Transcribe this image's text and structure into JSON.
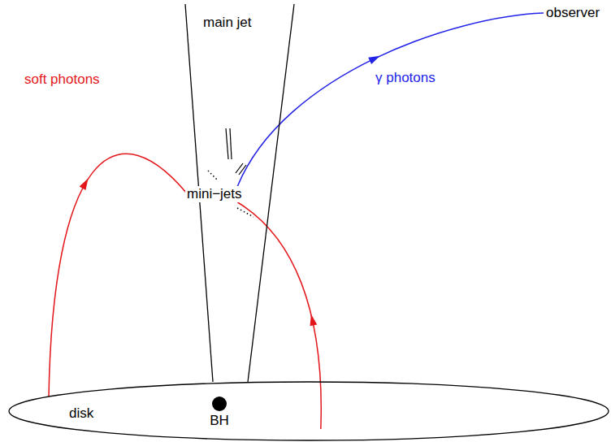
{
  "diagram": {
    "nodes": [
      {
        "text": [
          "main jet"
        ]
      },
      {
        "text": [
          "mini−jets"
        ],
        "in": 0
      },
      {
        "text": [
          "observer"
        ]
      },
      {
        "text": [
          "disk"
        ]
      },
      {
        "text": [
          "BH"
        ],
        "in": 3
      }
    ],
    "edges": [
      {
        "from": 3,
        "to": 1,
        "label": "soft photons",
        "arrow": "to"
      },
      {
        "from": 3,
        "to": 1,
        "arrow": "to"
      },
      {
        "from": 1,
        "to": 2,
        "label": "γ photons",
        "arrow": "to"
      }
    ]
  }
}
